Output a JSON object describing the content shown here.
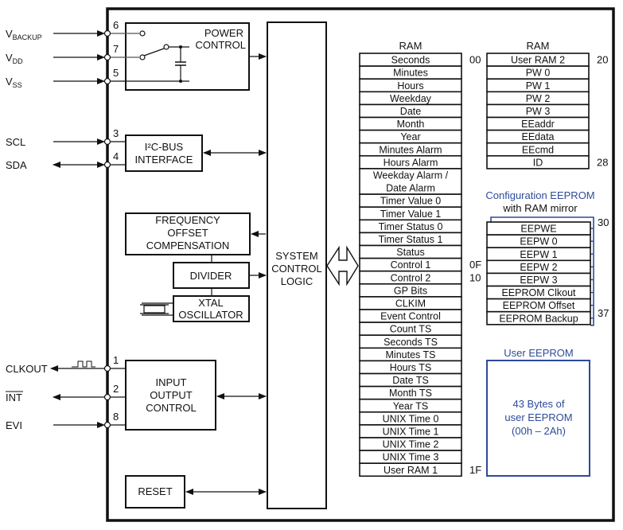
{
  "pins": [
    {
      "id": "vbackup",
      "label": "V",
      "sub": "BACKUP",
      "number": "6",
      "direction": "in"
    },
    {
      "id": "vdd",
      "label": "V",
      "sub": "DD",
      "number": "7",
      "direction": "in"
    },
    {
      "id": "vss",
      "label": "V",
      "sub": "SS",
      "number": "5",
      "direction": "in"
    },
    {
      "id": "scl",
      "label": "SCL",
      "sub": "",
      "number": "3",
      "direction": "in"
    },
    {
      "id": "sda",
      "label": "SDA",
      "sub": "",
      "number": "4",
      "direction": "bidir"
    },
    {
      "id": "clkout",
      "label": "CLKOUT",
      "sub": "",
      "number": "1",
      "direction": "out"
    },
    {
      "id": "int",
      "label": "INT",
      "sub": "",
      "number": "2",
      "direction": "out",
      "overline": true
    },
    {
      "id": "evi",
      "label": "EVI",
      "sub": "",
      "number": "8",
      "direction": "in"
    }
  ],
  "blocks": {
    "power_control": [
      "POWER",
      "CONTROL"
    ],
    "i2c": [
      "I²C-BUS",
      "INTERFACE"
    ],
    "freq_offset": [
      "FREQUENCY",
      "OFFSET",
      "COMPENSATION"
    ],
    "divider": [
      "DIVIDER"
    ],
    "xtal": [
      "XTAL",
      "OSCILLATOR"
    ],
    "io_control": [
      "INPUT",
      "OUTPUT",
      "CONTROL"
    ],
    "reset": [
      "RESET"
    ],
    "system_control": [
      "SYSTEM",
      "CONTROL",
      "LOGIC"
    ]
  },
  "ram1": {
    "title": "RAM",
    "cells": [
      "Seconds",
      "Minutes",
      "Hours",
      "Weekday",
      "Date",
      "Month",
      "Year",
      "Minutes Alarm",
      "Hours Alarm",
      "Weekday Alarm /|Date Alarm",
      "Timer Value 0",
      "Timer Value 1",
      "Timer Status 0",
      "Timer Status 1",
      "Status",
      "Control 1",
      "Control 2",
      "GP Bits",
      "CLKIM",
      "Event Control",
      "Count TS",
      "Seconds TS",
      "Minutes TS",
      "Hours TS",
      "Date TS",
      "Month TS",
      "Year TS",
      "UNIX Time 0",
      "UNIX Time 1",
      "UNIX Time 2",
      "UNIX Time 3",
      "User RAM 1"
    ],
    "addresses": {
      "Seconds": "00",
      "Control 1": "0F",
      "Control 2": "10",
      "User RAM 1": "1F"
    }
  },
  "ram2": {
    "title": "RAM",
    "cells": [
      "User RAM 2",
      "PW 0",
      "PW 1",
      "PW 2",
      "PW 3",
      "EEaddr",
      "EEdata",
      "EEcmd",
      "ID"
    ],
    "addresses": {
      "User RAM 2": "20",
      "ID": "28"
    }
  },
  "config_eeprom": {
    "title": "Configuration EEPROM",
    "subtitle": "with RAM mirror",
    "cells": [
      "EEPWE",
      "EEPW 0",
      "EEPW 1",
      "EEPW 2",
      "EEPW 3",
      "EEPROM Clkout",
      "EEPROM Offset",
      "EEPROM Backup"
    ],
    "addr_start": "30",
    "addr_end": "37"
  },
  "user_eeprom": {
    "title": "User EEPROM",
    "lines": [
      "43 Bytes of",
      "user EEPROM",
      "(00h – 2Ah)"
    ]
  },
  "colors": {
    "line": "#111111",
    "accent_blue": "#2e4a9a"
  }
}
